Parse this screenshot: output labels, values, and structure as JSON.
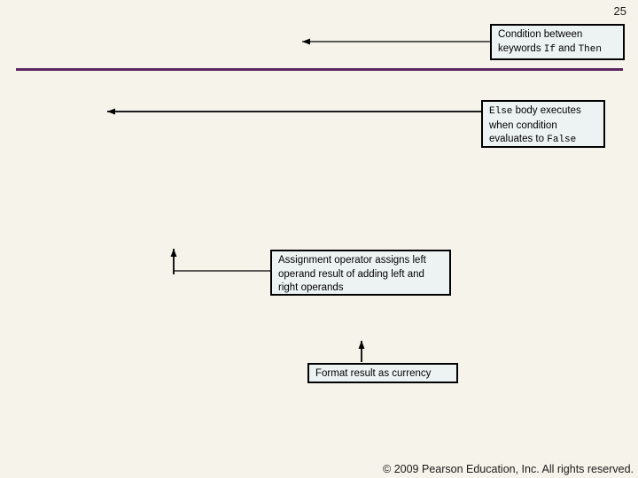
{
  "page": {
    "number": "25",
    "footer": "© 2009 Pearson Education, Inc.  All rights reserved."
  },
  "colors": {
    "slide_background": "#F5F3EA",
    "callout_fill": "#EDF3F3",
    "callout_border": "#000000",
    "divider_line": "#5C2760",
    "arrow": "#000000"
  },
  "callouts": {
    "condition": {
      "line1": "Condition between",
      "line2_pre": "keywords ",
      "keyword1": "If",
      "line2_mid": " and ",
      "keyword2": "Then"
    },
    "else_body": {
      "keyword1": "Else",
      "line1_rest": " body executes",
      "line2": "when condition",
      "line3_pre": "evaluates to ",
      "keyword2": "False"
    },
    "assignment": {
      "line1": "Assignment operator assigns left",
      "line2": "operand result of adding left and",
      "line3": "right operands"
    },
    "format": {
      "label": "Format result as currency"
    }
  }
}
